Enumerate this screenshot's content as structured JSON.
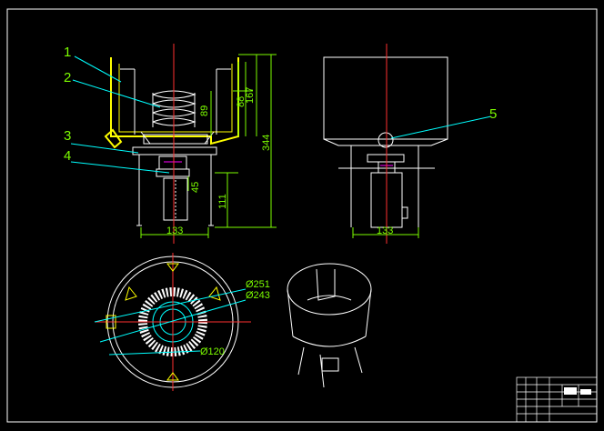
{
  "drawing": {
    "balloons": [
      "1",
      "2",
      "3",
      "4",
      "5"
    ],
    "front_view": {
      "dims": {
        "h_small_a": "88",
        "h_small_b": "167",
        "h_89": "89",
        "h_total": "344",
        "h_leg": "111",
        "h_45": "45",
        "w_base": "133"
      }
    },
    "side_view": {
      "dims": {
        "w_base": "133"
      }
    },
    "top_view": {
      "dims": {
        "d_outer": "Ø251",
        "d_inner": "Ø243",
        "d_center": "Ø120"
      }
    }
  },
  "colors": {
    "background": "#000000",
    "frame": "#ffffff",
    "hopper": "#ffff00",
    "dimension": "#7cfc00",
    "center_line": "#ff3030",
    "leader": "#00ffff",
    "accent_magenta": "#ff00ff"
  }
}
